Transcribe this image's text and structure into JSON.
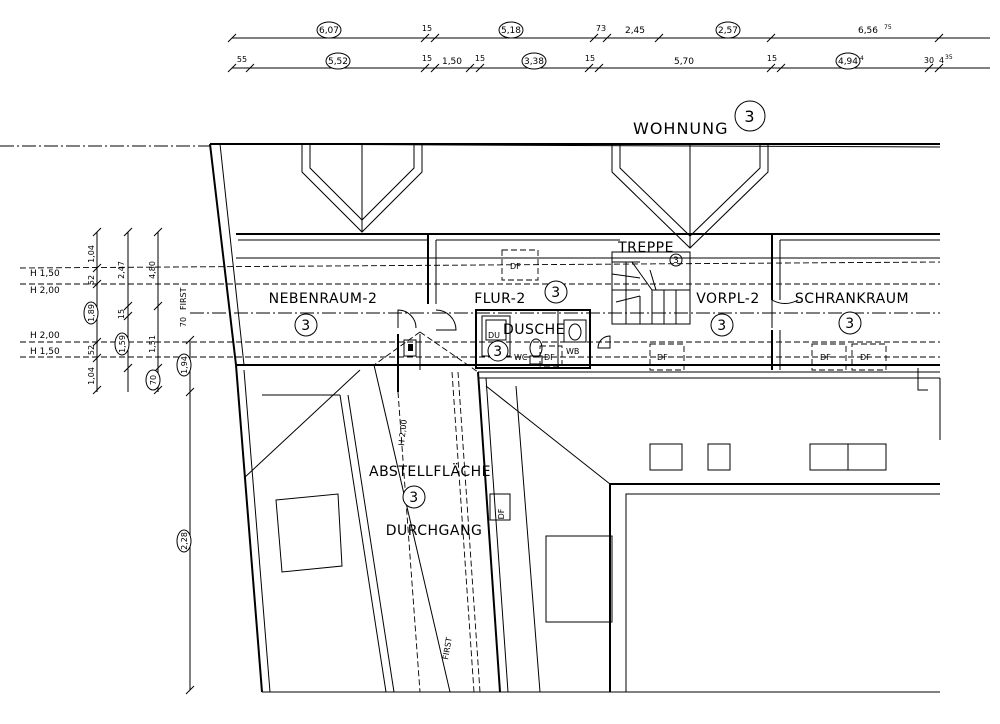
{
  "apartment": {
    "title": "WOHNUNG",
    "number": "3"
  },
  "rooms": {
    "nebenraum": {
      "label": "NEBENRAUM-2",
      "number": "3"
    },
    "flur": {
      "label": "FLUR-2",
      "number": "3"
    },
    "dusche": {
      "label": "DUSCHE",
      "number": "3"
    },
    "treppe": {
      "label": "TREPPE",
      "number": "3"
    },
    "vorpl": {
      "label": "VORPL-2",
      "number": "3"
    },
    "schrankraum": {
      "label": "SCHRANKRAUM",
      "number": "3"
    },
    "abstell": {
      "label": "ABSTELLFLÄCHE",
      "number": "3",
      "sublabel": "DURCHGANG"
    }
  },
  "fixtures": {
    "wc": "WC",
    "wb": "WB",
    "du": "DU",
    "df": "DF"
  },
  "annotations": {
    "first": "FIRST",
    "h_200_vertical": "H 2,00"
  },
  "height_lines": [
    "H 1,50",
    "H 2,00",
    "H 2,00",
    "H 1,50"
  ],
  "dims_top_row1": [
    "6,07",
    "15",
    "5,18",
    "73",
    "2,45",
    "2,57",
    "6,56",
    "75"
  ],
  "dims_top_row2": [
    "55",
    "5,52",
    "15",
    "1,50",
    "15",
    "3,38",
    "15",
    "5,70",
    "15",
    "4,94",
    "4",
    "30",
    "4",
    "35"
  ],
  "dims_left": {
    "col1": [
      "1,04",
      "52",
      "1,89",
      "52",
      "1,04"
    ],
    "col2": [
      "2,47",
      "15",
      "1,59"
    ],
    "col3": [
      "4,80",
      "1,51",
      "70"
    ],
    "col4": [
      "70",
      "1,94",
      "2,28"
    ]
  }
}
